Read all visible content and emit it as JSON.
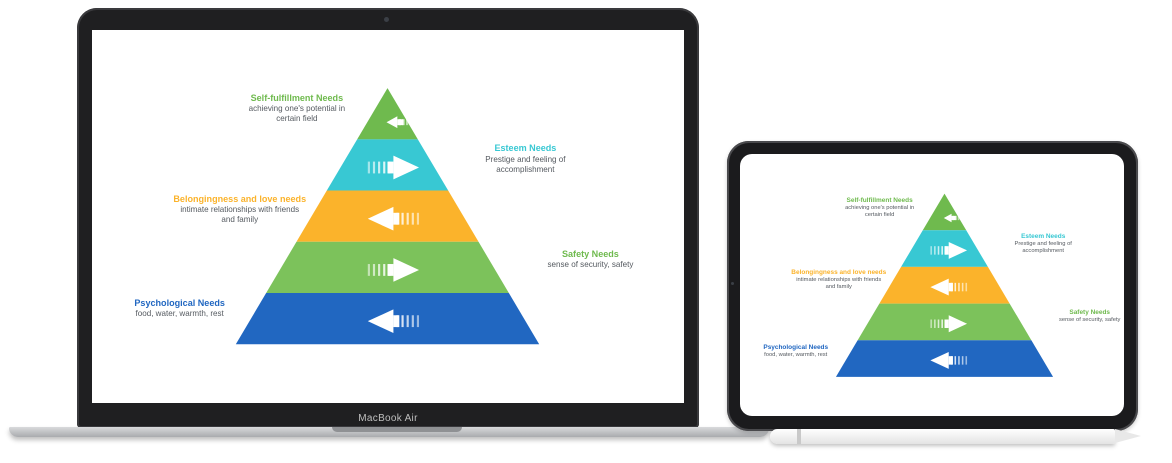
{
  "laptop": {
    "brand": "MacBook Air"
  },
  "diagram": {
    "levels": [
      {
        "title": "Self-fulfillment Needs",
        "description_line1": "achieving one's potential in",
        "description_line2": "certain field",
        "color": "#6fba4e",
        "arrow": "left"
      },
      {
        "title": "Esteem Needs",
        "description_line1": "Prestige and feeling of",
        "description_line2": "accomplishment",
        "color": "#38c8d3",
        "arrow": "right"
      },
      {
        "title": "Belongingness and love needs",
        "description_line1": "intimate relationships with friends",
        "description_line2": "and family",
        "color": "#fbb32b",
        "arrow": "left"
      },
      {
        "title": "Safety Needs",
        "description_line1": "sense of security, safety",
        "description_line2": "",
        "color": "#7cc25b",
        "arrow": "right"
      },
      {
        "title": "Psychological Needs",
        "description_line1": "food, water, warmth, rest",
        "description_line2": "",
        "color": "#2167c1",
        "arrow": "left"
      }
    ],
    "title_colors": {
      "self": "#6fba4e",
      "esteem": "#38c8d3",
      "belonging": "#fbb32b",
      "safety": "#7cc25b",
      "physio": "#2167c1"
    }
  }
}
